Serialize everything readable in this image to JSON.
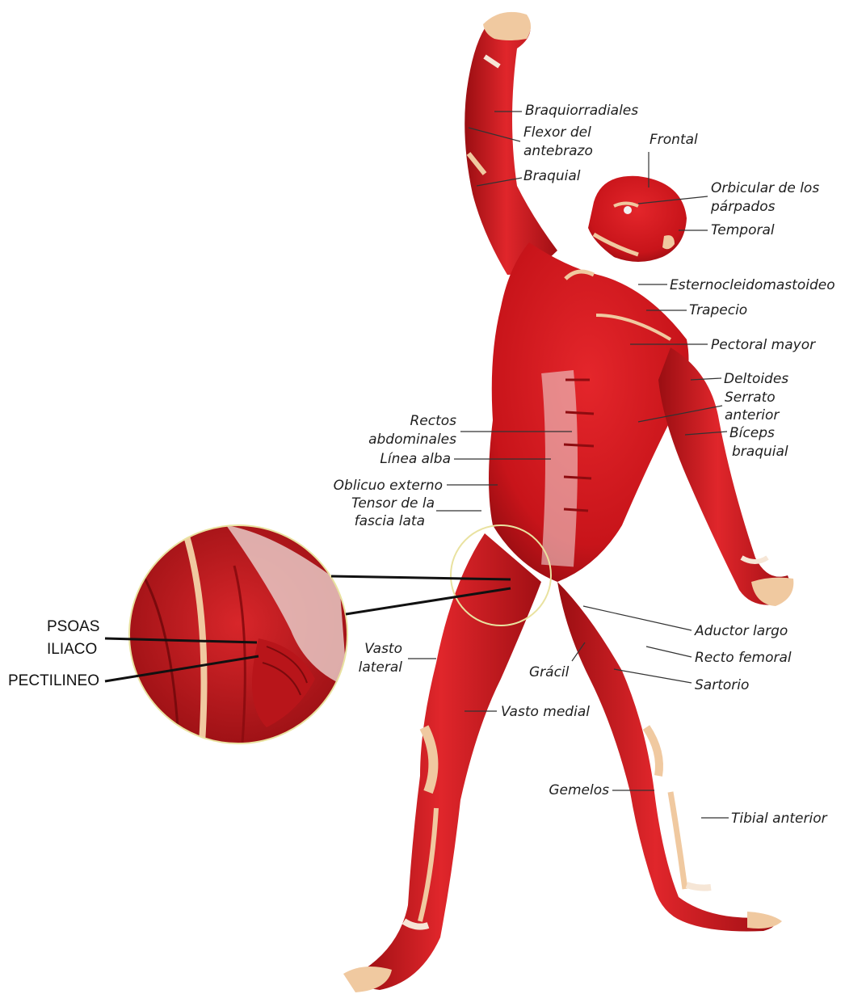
{
  "diagram": {
    "labels": {
      "braquiorradiales": "Braquiorradiales",
      "flexor_l1": "Flexor del",
      "flexor_l2": "antebrazo",
      "braquial": "Braquial",
      "frontal": "Frontal",
      "orbicular_l1": "Orbicular de los",
      "orbicular_l2": "párpados",
      "temporal": "Temporal",
      "esternocleidomastoideo": "Esternocleidomastoideo",
      "trapecio": "Trapecio",
      "pectoral_mayor": "Pectoral mayor",
      "deltoides": "Deltoides",
      "serrato_l1": "Serrato",
      "serrato_l2": "anterior",
      "biceps_l1": "Bíceps",
      "biceps_l2": "braquial",
      "rectos_l1": "Rectos",
      "rectos_l2": "abdominales",
      "linea_alba": "Línea alba",
      "oblicuo_externo": "Oblicuo externo",
      "tensor_l1": "Tensor de la",
      "tensor_l2": "fascia lata",
      "vasto_lateral_l1": "Vasto",
      "vasto_lateral_l2": "lateral",
      "gracil": "Grácil",
      "vasto_medial": "Vasto medial",
      "aductor_largo": "Aductor largo",
      "recto_femoral": "Recto femoral",
      "sartorio": "Sartorio",
      "gemelos": "Gemelos",
      "tibial_anterior": "Tibial anterior"
    },
    "zoom_labels": {
      "psoas": "PSOAS",
      "iliaco": "ILIACO",
      "pectilineo": "PECTILINEO"
    },
    "colors": {
      "muscle": "#c8141a",
      "muscle_dark": "#8e0c10",
      "tendon": "#f0c9a0",
      "fascia": "#efd6d2",
      "leader": "#333333",
      "magnifier_ring": "#e9e2a0"
    }
  }
}
